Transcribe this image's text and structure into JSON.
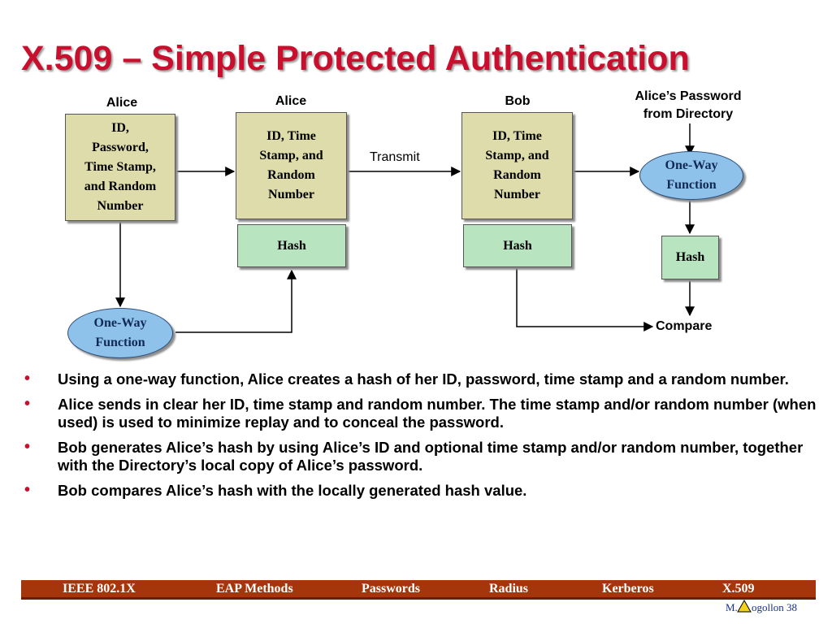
{
  "title": "X.509 – Simple Protected Authentication",
  "diagram": {
    "headers": {
      "alice_left": "Alice",
      "alice_mid": "Alice",
      "bob": "Bob",
      "directory": "Alice’s Password\nfrom Directory"
    },
    "alice_input_box": "ID,\nPassword,\nTime Stamp,\nand Random\nNumber",
    "alice_message_box": "ID, Time\nStamp, and\nRandom\nNumber",
    "bob_message_box": "ID, Time\nStamp, and\nRandom\nNumber",
    "alice_hash": "Hash",
    "bob_received_hash": "Hash",
    "bob_computed_hash": "Hash",
    "alice_oneway": "One-Way\nFunction",
    "bob_oneway": "One-Way\nFunction",
    "transmit_label": "Transmit",
    "compare_label": "Compare"
  },
  "bullets": [
    "Using a one-way function, Alice creates a hash of her ID, password, time stamp and a random number.",
    "Alice sends in clear her ID, time stamp and random number. The time stamp and/or random number (when used) is used to minimize replay and to conceal the password.",
    "Bob generates Alice’s hash by using Alice’s ID and optional time stamp and/or random number, together with the Directory’s local copy of Alice’s password.",
    "Bob compares Alice’s hash with the locally generated hash value."
  ],
  "bullet_symbol": "•",
  "footer": {
    "items": [
      "IEEE 802.1X",
      "EAP Methods",
      "Passwords",
      "Radius",
      "Kerberos",
      "X.509"
    ],
    "credit_prefix": "M.",
    "credit_suffix": "ogollon 38"
  },
  "colors": {
    "title": "#c8102e",
    "tan_box": "#dedcab",
    "green_box": "#b9e4c0",
    "oval": "#8ec2ea",
    "footer_bar": "#a5360b",
    "credit_triangle": "#f2d21b"
  }
}
